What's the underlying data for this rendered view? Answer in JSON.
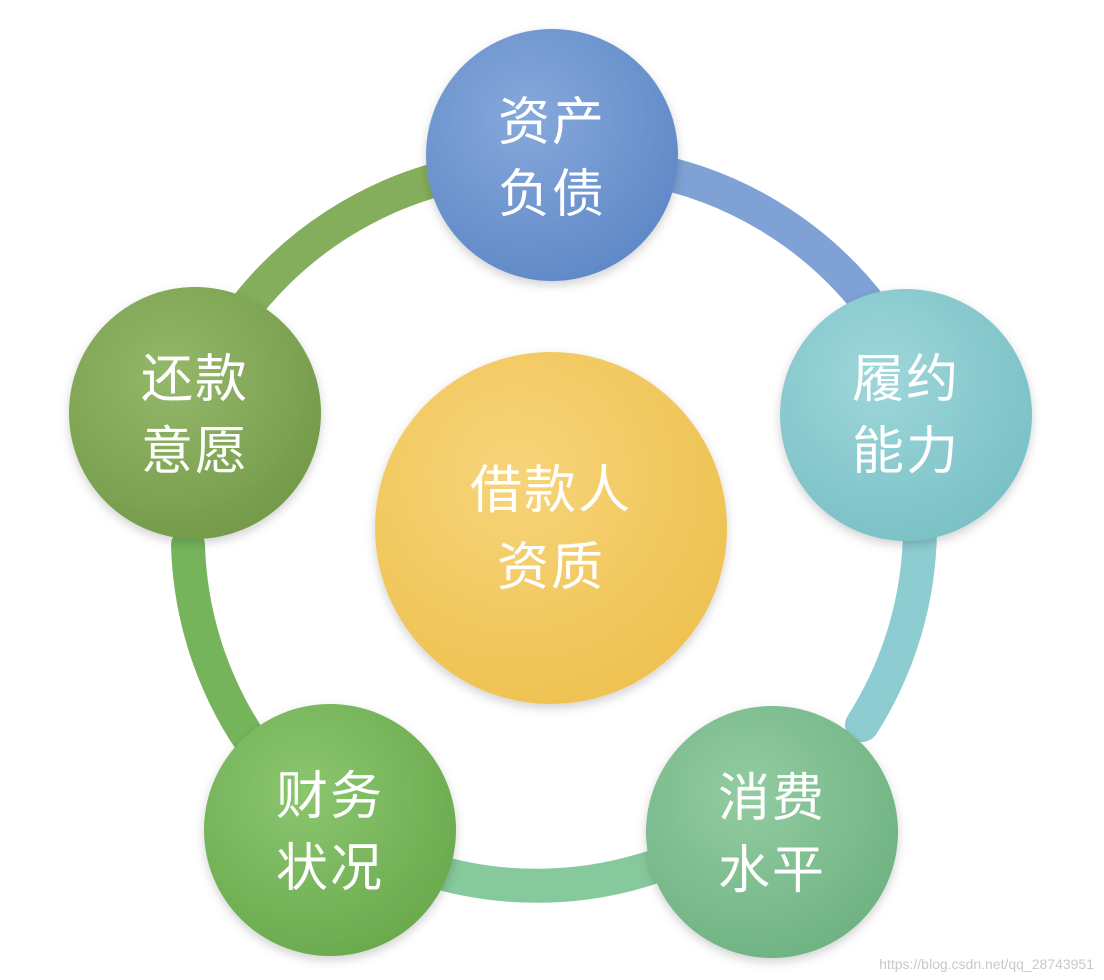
{
  "center": {
    "line1": "借款人",
    "line2": "资质",
    "color": "#F2C75C"
  },
  "nodes": [
    {
      "key": "assets",
      "line1": "资产",
      "line2": "负债",
      "color": "#6E97D2"
    },
    {
      "key": "ability",
      "line1": "履约",
      "line2": "能力",
      "color": "#88CBCF"
    },
    {
      "key": "consumption",
      "line1": "消费",
      "line2": "水平",
      "color": "#7FC091"
    },
    {
      "key": "finance",
      "line1": "财务",
      "line2": "状况",
      "color": "#78B55C"
    },
    {
      "key": "willingness",
      "line1": "还款",
      "line2": "意愿",
      "color": "#83A858"
    }
  ],
  "watermark": "https://blog.csdn.net/qq_28743951"
}
